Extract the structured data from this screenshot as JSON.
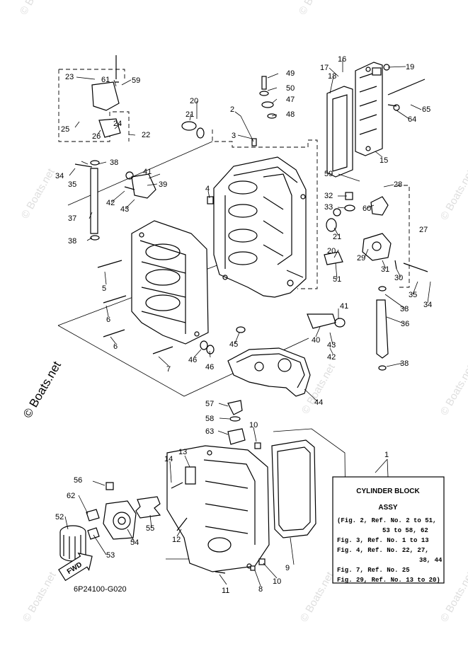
{
  "callouts": [
    {
      "id": "c1",
      "text": "1"
    },
    {
      "id": "c2",
      "text": "2"
    },
    {
      "id": "c3",
      "text": "3"
    },
    {
      "id": "c4",
      "text": "4"
    },
    {
      "id": "c5",
      "text": "5"
    },
    {
      "id": "c6a",
      "text": "6"
    },
    {
      "id": "c6b",
      "text": "6"
    },
    {
      "id": "c7",
      "text": "7"
    },
    {
      "id": "c8",
      "text": "8"
    },
    {
      "id": "c9",
      "text": "9"
    },
    {
      "id": "c10a",
      "text": "10"
    },
    {
      "id": "c10b",
      "text": "10"
    },
    {
      "id": "c11",
      "text": "11"
    },
    {
      "id": "c12",
      "text": "12"
    },
    {
      "id": "c13",
      "text": "13"
    },
    {
      "id": "c14",
      "text": "14"
    },
    {
      "id": "c15",
      "text": "15"
    },
    {
      "id": "c16",
      "text": "16"
    },
    {
      "id": "c17",
      "text": "17"
    },
    {
      "id": "c18",
      "text": "18"
    },
    {
      "id": "c19",
      "text": "19"
    },
    {
      "id": "c20a",
      "text": "20"
    },
    {
      "id": "c20b",
      "text": "20"
    },
    {
      "id": "c21a",
      "text": "21"
    },
    {
      "id": "c21b",
      "text": "21"
    },
    {
      "id": "c22",
      "text": "22"
    },
    {
      "id": "c23",
      "text": "23"
    },
    {
      "id": "c24",
      "text": "24"
    },
    {
      "id": "c25",
      "text": "25"
    },
    {
      "id": "c26",
      "text": "26"
    },
    {
      "id": "c27",
      "text": "27"
    },
    {
      "id": "c28",
      "text": "28"
    },
    {
      "id": "c29",
      "text": "29"
    },
    {
      "id": "c30",
      "text": "30"
    },
    {
      "id": "c31",
      "text": "31"
    },
    {
      "id": "c32",
      "text": "32"
    },
    {
      "id": "c33",
      "text": "33"
    },
    {
      "id": "c34a",
      "text": "34"
    },
    {
      "id": "c34b",
      "text": "34"
    },
    {
      "id": "c35a",
      "text": "35"
    },
    {
      "id": "c35b",
      "text": "35"
    },
    {
      "id": "c36",
      "text": "36"
    },
    {
      "id": "c37",
      "text": "37"
    },
    {
      "id": "c38a",
      "text": "38"
    },
    {
      "id": "c38b",
      "text": "38"
    },
    {
      "id": "c38c",
      "text": "38"
    },
    {
      "id": "c38d",
      "text": "38"
    },
    {
      "id": "c39",
      "text": "39"
    },
    {
      "id": "c40",
      "text": "40"
    },
    {
      "id": "c41a",
      "text": "41"
    },
    {
      "id": "c41b",
      "text": "41"
    },
    {
      "id": "c42a",
      "text": "42"
    },
    {
      "id": "c42b",
      "text": "42"
    },
    {
      "id": "c43a",
      "text": "43"
    },
    {
      "id": "c43b",
      "text": "43"
    },
    {
      "id": "c44",
      "text": "44"
    },
    {
      "id": "c45",
      "text": "45"
    },
    {
      "id": "c46a",
      "text": "46"
    },
    {
      "id": "c46b",
      "text": "46"
    },
    {
      "id": "c47",
      "text": "47"
    },
    {
      "id": "c48",
      "text": "48"
    },
    {
      "id": "c49",
      "text": "49"
    },
    {
      "id": "c50",
      "text": "50"
    },
    {
      "id": "c51",
      "text": "51"
    },
    {
      "id": "c52",
      "text": "52"
    },
    {
      "id": "c53",
      "text": "53"
    },
    {
      "id": "c54",
      "text": "54"
    },
    {
      "id": "c55",
      "text": "55"
    },
    {
      "id": "c56",
      "text": "56"
    },
    {
      "id": "c57",
      "text": "57"
    },
    {
      "id": "c58",
      "text": "58"
    },
    {
      "id": "c59a",
      "text": "59"
    },
    {
      "id": "c59b",
      "text": "59"
    },
    {
      "id": "c60",
      "text": "60"
    },
    {
      "id": "c61",
      "text": "61"
    },
    {
      "id": "c62",
      "text": "62"
    },
    {
      "id": "c63",
      "text": "63"
    },
    {
      "id": "c64",
      "text": "64"
    },
    {
      "id": "c65",
      "text": "65"
    }
  ],
  "info_box": {
    "title": "CYLINDER BLOCK",
    "subtitle": "ASSY",
    "lines": [
      "(Fig. 2, Ref. No. 2 to 51,",
      "53 to 58, 62",
      "Fig. 3, Ref. No. 1 to 13",
      "Fig. 4, Ref. No. 22, 27,",
      "38, 44",
      "Fig. 7, Ref. No. 25",
      "Fig. 29, Ref. No. 13 to 20)"
    ]
  },
  "diagram_code": "6P24100-G020",
  "fwd_label": "FWD",
  "watermark": {
    "main": "© Boats.net",
    "repeat": "© Boats.net"
  }
}
